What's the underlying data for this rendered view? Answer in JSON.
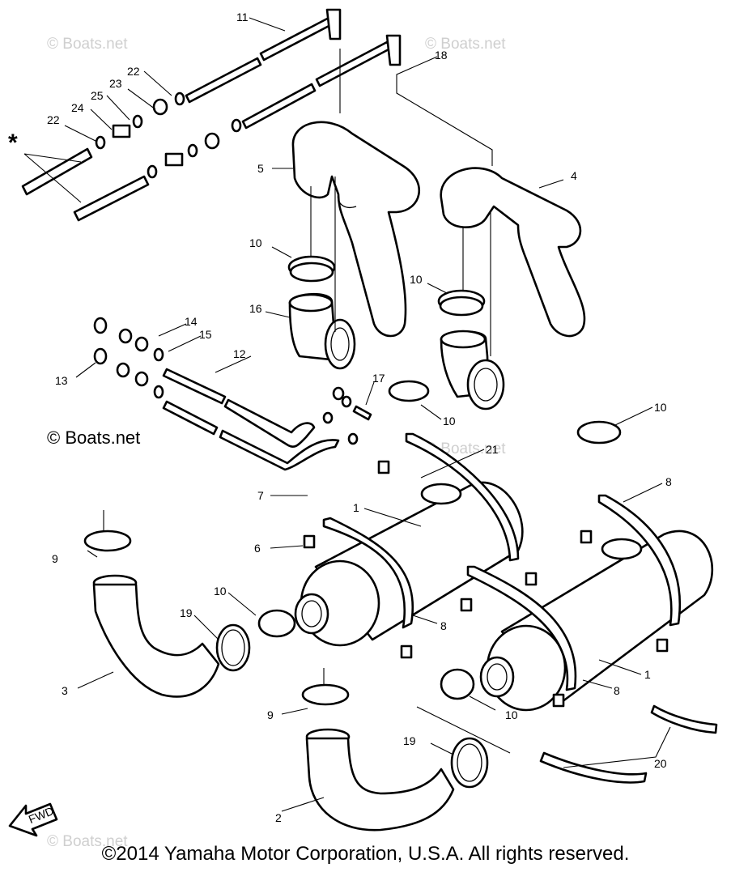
{
  "labels": {
    "p1": "1",
    "p1b": "1",
    "p2": "2",
    "p3": "3",
    "p4": "4",
    "p5": "5",
    "p6": "6",
    "p7": "7",
    "p8a": "8",
    "p8b": "8",
    "p8c": "8",
    "p9a": "9",
    "p9b": "9",
    "p10a": "10",
    "p10b": "10",
    "p10c": "10",
    "p10d": "10",
    "p10e": "10",
    "p10f": "10",
    "p11": "11",
    "p12": "12",
    "p13": "13",
    "p14": "14",
    "p15": "15",
    "p16": "16",
    "p17": "17",
    "p18": "18",
    "p19a": "19",
    "p19b": "19",
    "p20": "20",
    "p21": "21",
    "p22a": "22",
    "p22b": "22",
    "p23": "23",
    "p24": "24",
    "p25": "25"
  },
  "star_marker": "*",
  "fwd_label": "FWD",
  "watermark": "© Boats.net",
  "watermark_faint": "© Boats.net",
  "copyright": "©2014 Yamaha Motor Corporation, U.S.A. All rights reserved."
}
